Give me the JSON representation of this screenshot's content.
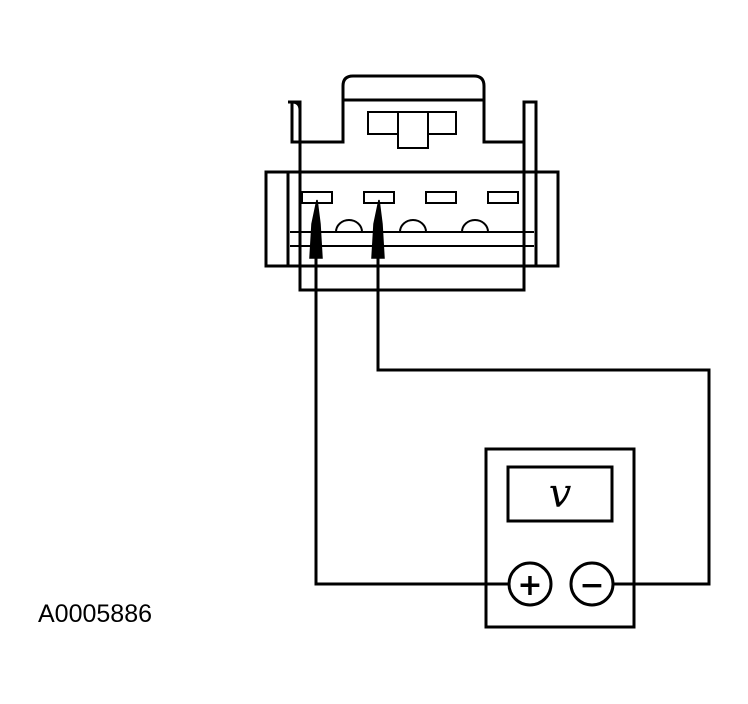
{
  "figure": {
    "id": "A0005886"
  },
  "meter": {
    "unit_symbol": "v",
    "positive_symbol": "+",
    "negative_symbol": "−"
  },
  "connector": {
    "pin_count": 4,
    "probed_pins": [
      1,
      2
    ]
  }
}
